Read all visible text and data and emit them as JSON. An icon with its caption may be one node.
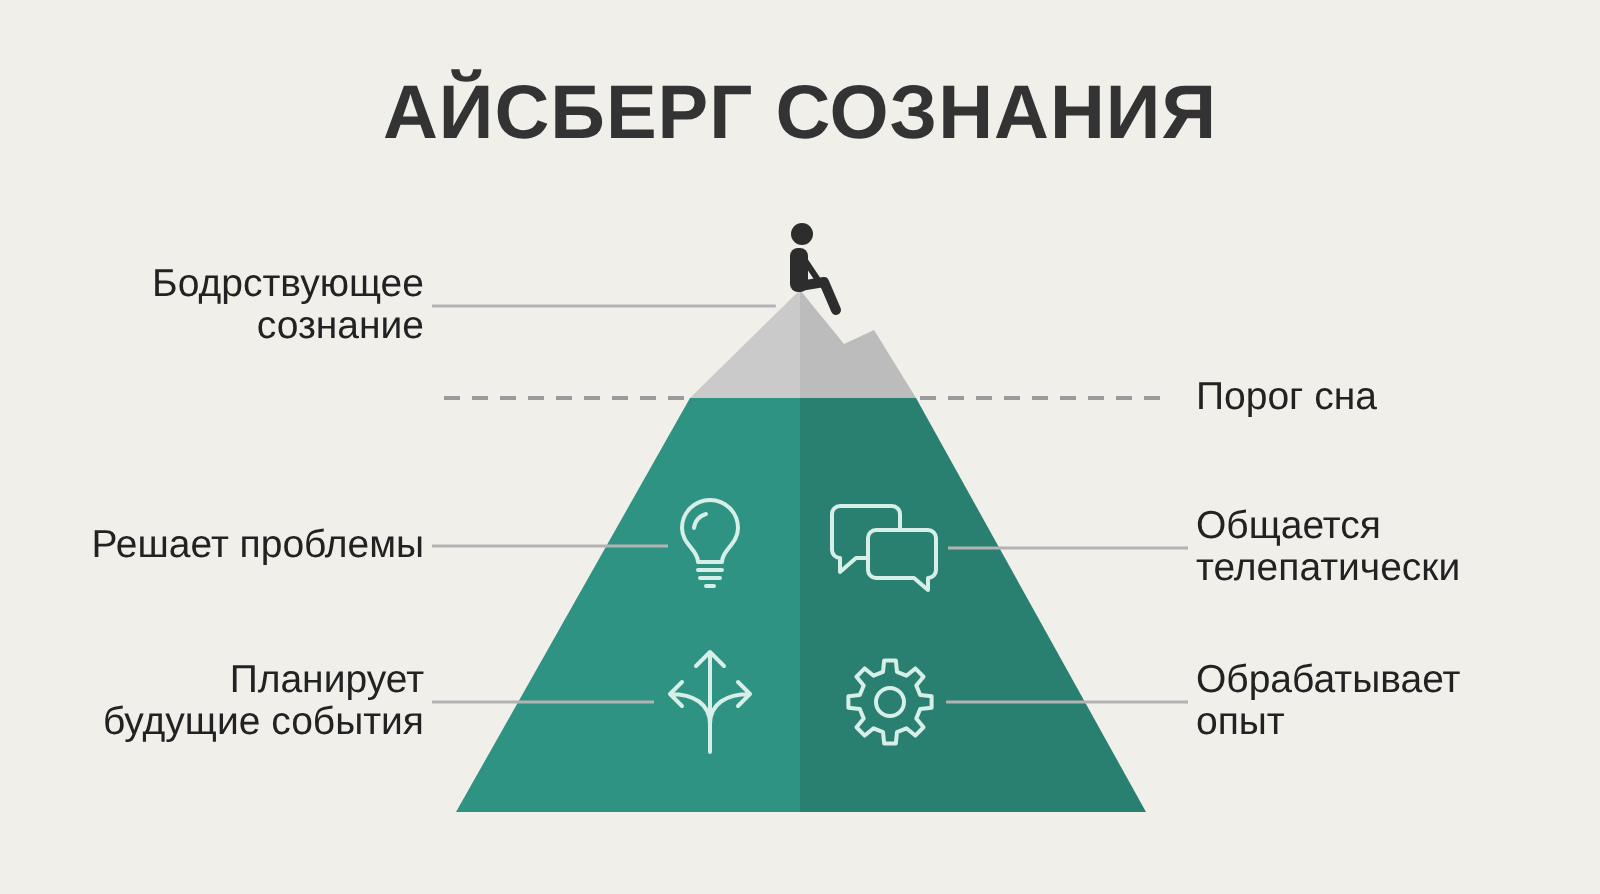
{
  "diagram": {
    "title": "АЙСБЕРГ СОЗНАНИЯ",
    "nodes": [
      {
        "text": [
          "Бодрствующее сознание"
        ]
      },
      {
        "text": [],
        "shape": "triangle"
      },
      {
        "text": [
          "Решает проблемы"
        ]
      },
      {
        "text": [],
        "shape": "icon"
      },
      {
        "text": [],
        "shape": "icon"
      },
      {
        "text": [
          "Общается телепатически"
        ]
      },
      {
        "text": [
          "Планирует будущие события"
        ]
      },
      {
        "text": [],
        "shape": "icon"
      },
      {
        "text": [],
        "shape": "icon"
      },
      {
        "text": [
          "Обрабатывает опыт"
        ]
      }
    ],
    "edges": [
      {
        "from": 0,
        "to": 1,
        "arrow": "none"
      },
      {
        "from": 2,
        "to": 3,
        "arrow": "none"
      },
      {
        "from": 5,
        "to": 4,
        "arrow": "none"
      },
      {
        "from": 6,
        "to": 7,
        "arrow": "none"
      },
      {
        "from": 9,
        "to": 8,
        "arrow": "none"
      }
    ],
    "labels": [
      "Порог сна"
    ]
  }
}
